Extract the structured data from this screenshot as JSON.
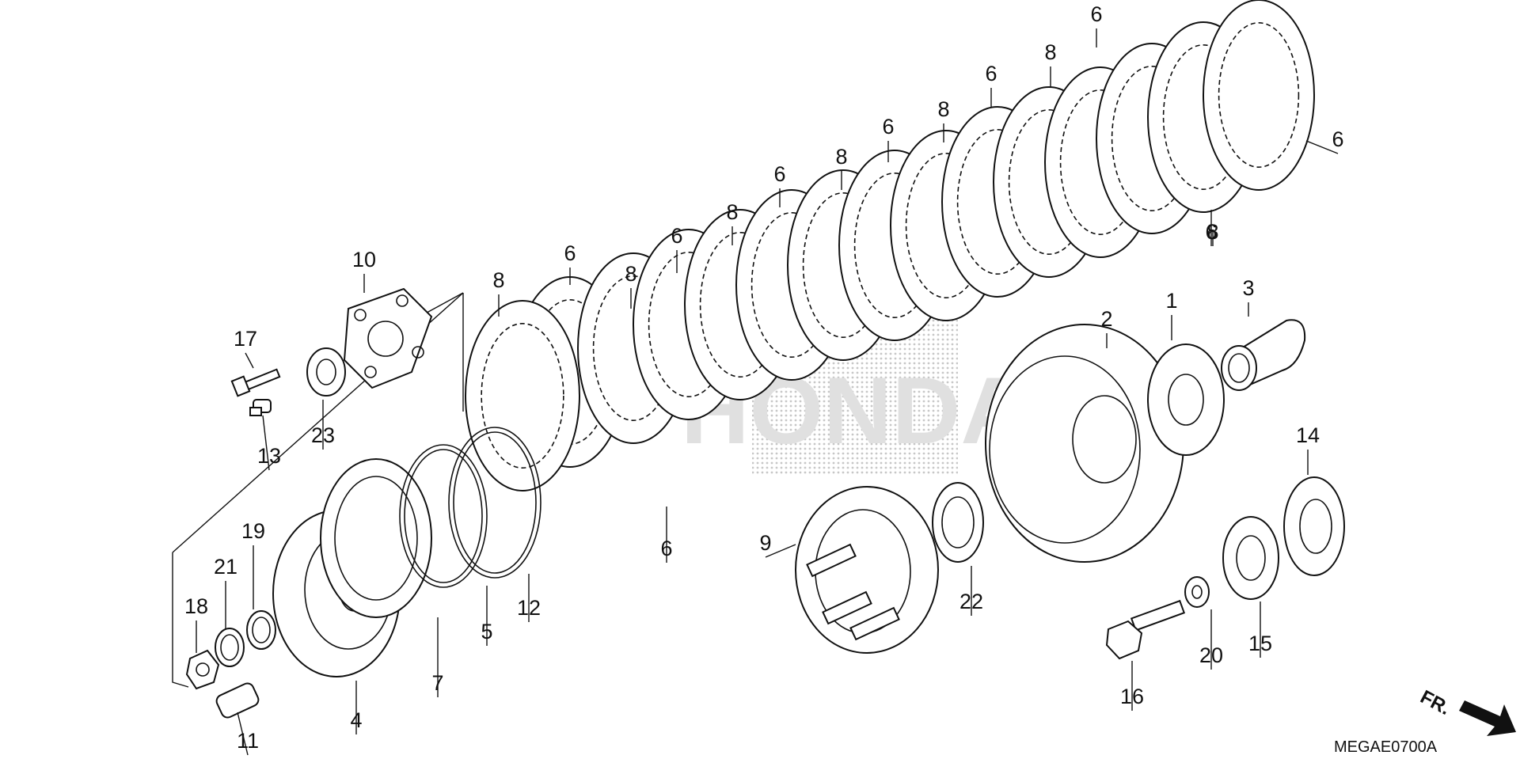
{
  "diagram": {
    "drawing_code": "MEGAE0700A",
    "direction_label": "FR.",
    "watermark": "HONDA",
    "callouts": [
      {
        "id": "c6a",
        "text": "6"
      },
      {
        "id": "c6b",
        "text": "6"
      },
      {
        "id": "c8a",
        "text": "8"
      },
      {
        "id": "c6c",
        "text": "6"
      },
      {
        "id": "c8b",
        "text": "8"
      },
      {
        "id": "c6d",
        "text": "6"
      },
      {
        "id": "c8c",
        "text": "8"
      },
      {
        "id": "c6e",
        "text": "6"
      },
      {
        "id": "c8d",
        "text": "8"
      },
      {
        "id": "c6f",
        "text": "6"
      },
      {
        "id": "c8e",
        "text": "8"
      },
      {
        "id": "c6g",
        "text": "6"
      },
      {
        "id": "c8f",
        "text": "8"
      },
      {
        "id": "c6h",
        "text": "6"
      },
      {
        "id": "c8g",
        "text": "8"
      },
      {
        "id": "c10",
        "text": "10"
      },
      {
        "id": "c17",
        "text": "17"
      },
      {
        "id": "c23",
        "text": "23"
      },
      {
        "id": "c13",
        "text": "13"
      },
      {
        "id": "c19",
        "text": "19"
      },
      {
        "id": "c21",
        "text": "21"
      },
      {
        "id": "c18",
        "text": "18"
      },
      {
        "id": "c11",
        "text": "11"
      },
      {
        "id": "c4",
        "text": "4"
      },
      {
        "id": "c7",
        "text": "7"
      },
      {
        "id": "c5",
        "text": "5"
      },
      {
        "id": "c12",
        "text": "12"
      },
      {
        "id": "c6i",
        "text": "6"
      },
      {
        "id": "c2",
        "text": "2"
      },
      {
        "id": "c1",
        "text": "1"
      },
      {
        "id": "c3",
        "text": "3"
      },
      {
        "id": "c9",
        "text": "9"
      },
      {
        "id": "c22",
        "text": "22"
      },
      {
        "id": "c14",
        "text": "14"
      },
      {
        "id": "c16",
        "text": "16"
      },
      {
        "id": "c20",
        "text": "20"
      },
      {
        "id": "c15",
        "text": "15"
      }
    ]
  },
  "colors": {
    "ink": "#111111",
    "watermark": "#c8c8c8",
    "background": "#ffffff"
  }
}
